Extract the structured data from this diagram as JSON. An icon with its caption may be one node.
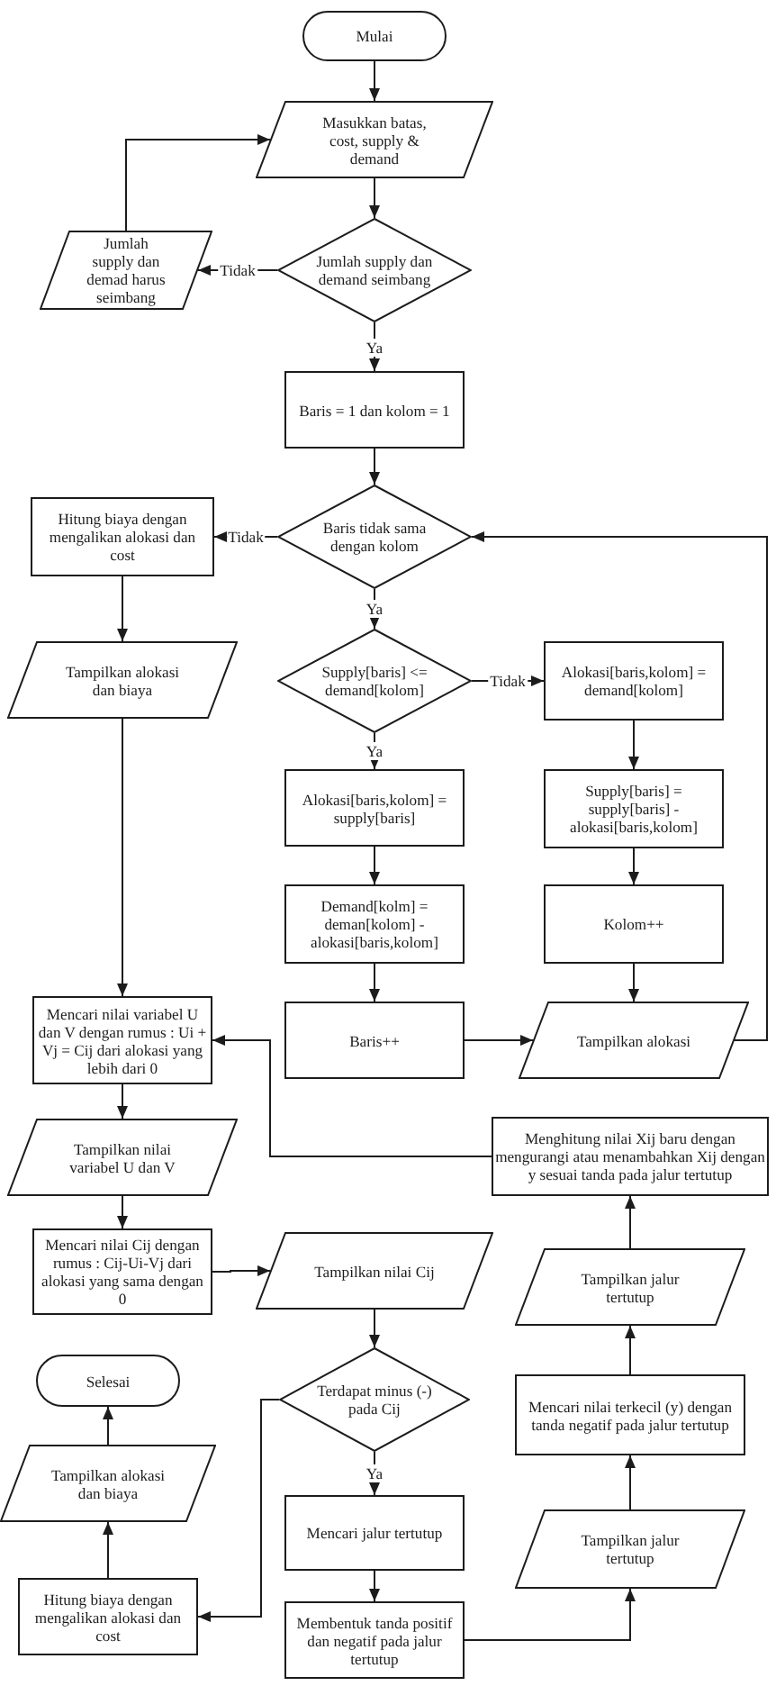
{
  "diagram": {
    "nodes": [
      {
        "text": [
          "Mulai"
        ]
      },
      {
        "text": [
          "Masukkan batas, cost, supply & demand"
        ]
      },
      {
        "text": [
          "Jumlah supply dan demand seimbang"
        ]
      },
      {
        "text": [
          "Jumlah supply dan demad harus seimbang"
        ]
      },
      {
        "text": [
          "Baris = 1 dan kolom = 1"
        ]
      },
      {
        "text": [
          "Baris tidak sama dengan kolom"
        ]
      },
      {
        "text": [
          "Hitung biaya dengan mengalikan alokasi dan cost"
        ]
      },
      {
        "text": [
          "Tampilkan alokasi dan biaya"
        ]
      },
      {
        "text": [
          "Supply[baris] <= demand[kolom]"
        ]
      },
      {
        "text": [
          "Alokasi[baris,kolom] = demand[kolom]"
        ]
      },
      {
        "text": [
          "Alokasi[baris,kolom] = supply[baris]"
        ]
      },
      {
        "text": [
          "Supply[baris] = supply[baris] - alokasi[baris,kolom]"
        ]
      },
      {
        "text": [
          "Demand[kolm] = deman[kolom] - alokasi[baris,kolom]"
        ]
      },
      {
        "text": [
          "Kolom++"
        ]
      },
      {
        "text": [
          "Baris++"
        ]
      },
      {
        "text": [
          "Tampilkan alokasi"
        ]
      },
      {
        "text": [
          "Mencari nilai variabel U dan V dengan rumus : Ui + Vj = Cij dari alokasi yang lebih dari 0"
        ]
      },
      {
        "text": [
          "Menghitung nilai Xij baru dengan mengurangi atau menambahkan Xij dengan y sesuai tanda pada jalur tertutup"
        ]
      },
      {
        "text": [
          "Tampilkan nilai variabel U dan V"
        ]
      },
      {
        "text": [
          "Mencari nilai Cij dengan rumus : Cij-Ui-Vj dari alokasi yang sama dengan 0"
        ]
      },
      {
        "text": [
          "Tampilkan nilai Cij"
        ]
      },
      {
        "text": [
          "Tampilkan jalur tertutup"
        ]
      },
      {
        "text": [
          "Selesai"
        ]
      },
      {
        "text": [
          "Terdapat minus (-) pada Cij"
        ]
      },
      {
        "text": [
          "Mencari nilai terkecil (y) dengan tanda negatif pada jalur tertutup"
        ]
      },
      {
        "text": [
          "Tampilkan alokasi dan biaya"
        ]
      },
      {
        "text": [
          "Tampilkan jalur tertutup"
        ]
      },
      {
        "text": [
          "Mencari jalur tertutup"
        ]
      },
      {
        "text": [
          "Hitung biaya dengan mengalikan alokasi dan cost"
        ]
      },
      {
        "text": [
          "Membentuk tanda positif dan negatif pada jalur tertutup"
        ]
      }
    ],
    "edges": [
      {
        "from": 0,
        "to": 1,
        "arrow": "to"
      },
      {
        "from": 1,
        "to": 2,
        "arrow": "to"
      },
      {
        "from": 2,
        "to": 3,
        "arrow": "to",
        "label": "Tidak"
      },
      {
        "from": 3,
        "to": 1,
        "arrow": "to"
      },
      {
        "from": 2,
        "to": 4,
        "arrow": "to",
        "label": "Ya"
      },
      {
        "from": 4,
        "to": 5,
        "arrow": "to"
      },
      {
        "from": 5,
        "to": 6,
        "arrow": "to",
        "label": "Tidak"
      },
      {
        "from": 6,
        "to": 7,
        "arrow": "to"
      },
      {
        "from": 5,
        "to": 8,
        "arrow": "to",
        "label": "Ya"
      },
      {
        "from": 8,
        "to": 9,
        "arrow": "to",
        "label": "Tidak"
      },
      {
        "from": 8,
        "to": 10,
        "arrow": "to",
        "label": "Ya"
      },
      {
        "from": 9,
        "to": 11,
        "arrow": "to"
      },
      {
        "from": 10,
        "to": 12,
        "arrow": "to"
      },
      {
        "from": 11,
        "to": 13,
        "arrow": "to"
      },
      {
        "from": 12,
        "to": 14,
        "arrow": "to"
      },
      {
        "from": 13,
        "to": 15,
        "arrow": "to"
      },
      {
        "from": 14,
        "to": 15,
        "arrow": "to"
      },
      {
        "from": 15,
        "to": 5,
        "arrow": "to"
      },
      {
        "from": 7,
        "to": 16,
        "arrow": "to"
      },
      {
        "from": 17,
        "to": 16,
        "arrow": "to"
      },
      {
        "from": 16,
        "to": 18,
        "arrow": "to"
      },
      {
        "from": 18,
        "to": 19,
        "arrow": "to"
      },
      {
        "from": 19,
        "to": 20,
        "arrow": "to"
      },
      {
        "from": 20,
        "to": 23,
        "arrow": "to"
      },
      {
        "from": 23,
        "to": 27,
        "arrow": "to",
        "label": "Ya"
      },
      {
        "from": 23,
        "to": 28,
        "arrow": "to"
      },
      {
        "from": 27,
        "to": 29,
        "arrow": "to"
      },
      {
        "from": 29,
        "to": 26,
        "arrow": "to"
      },
      {
        "from": 26,
        "to": 24,
        "arrow": "to"
      },
      {
        "from": 24,
        "to": 21,
        "arrow": "to"
      },
      {
        "from": 21,
        "to": 17,
        "arrow": "to"
      },
      {
        "from": 28,
        "to": 25,
        "arrow": "to"
      },
      {
        "from": 25,
        "to": 22,
        "arrow": "to"
      }
    ]
  }
}
